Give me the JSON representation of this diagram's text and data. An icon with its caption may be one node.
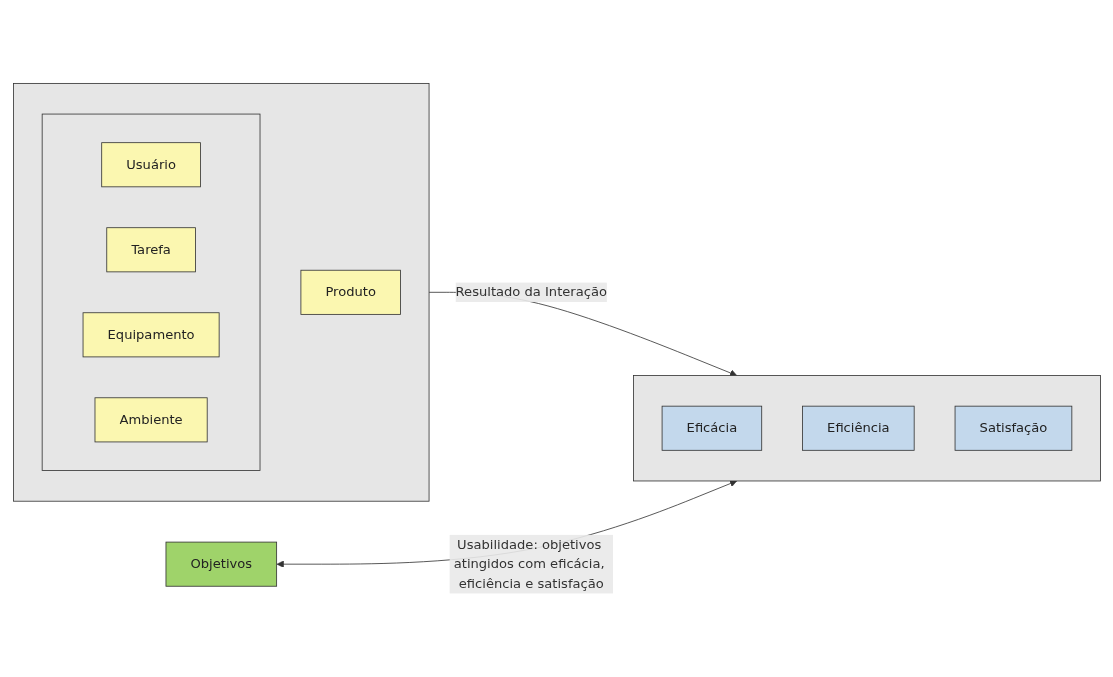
{
  "diagram": {
    "nodes": [
      {
        "text": [],
        "shape": "box"
      },
      {
        "text": [],
        "shape": "box",
        "in": 0
      },
      {
        "text": [
          "Usuário"
        ],
        "in": 1
      },
      {
        "text": [
          "Tarefa"
        ],
        "in": 1
      },
      {
        "text": [
          "Equipamento"
        ],
        "in": 1
      },
      {
        "text": [
          "Ambiente"
        ],
        "in": 1
      },
      {
        "text": [
          "Produto"
        ],
        "in": 0
      },
      {
        "text": [
          "Objetivos"
        ]
      },
      {
        "text": [],
        "shape": "box"
      },
      {
        "text": [
          "Eficácia"
        ],
        "in": 8
      },
      {
        "text": [
          "Eficiência"
        ],
        "in": 8
      },
      {
        "text": [
          "Satisfação"
        ],
        "in": 8
      }
    ],
    "edges": [
      {
        "from": 0,
        "to": 8,
        "arrow": "to",
        "label": "Resultado da Interação"
      },
      {
        "from": 7,
        "to": 8,
        "arrow": "both",
        "label": "Usabilidade: objetivos atingidos com eficácia, eficiência e satisfação"
      }
    ]
  }
}
